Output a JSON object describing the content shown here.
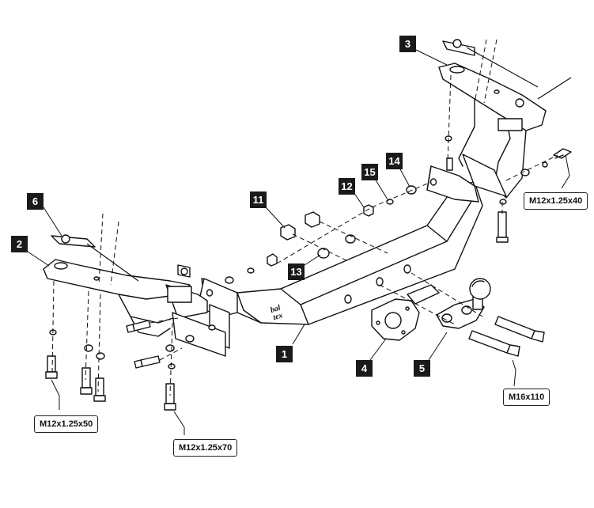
{
  "part_numbers": [
    "1",
    "2",
    "3",
    "4",
    "5",
    "6",
    "11",
    "12",
    "13",
    "14",
    "15"
  ],
  "bolt_specs": {
    "spec_a": "M12x1.25x40",
    "spec_b": "M12x1.25x50",
    "spec_c": "M12x1.25x70",
    "spec_d": "M16x110"
  },
  "logo": {
    "line1": "bal",
    "line2": "tex"
  },
  "colors": {
    "line": "#111111",
    "label_bg": "#1a1a1a",
    "label_text": "#ffffff"
  }
}
